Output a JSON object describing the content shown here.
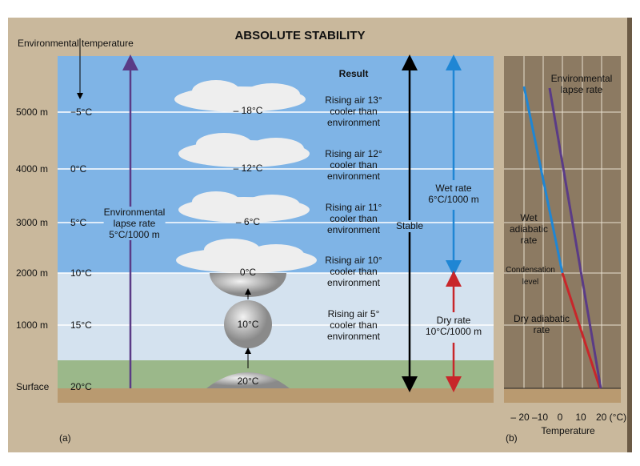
{
  "title": "ABSOLUTE STABILITY",
  "env_temp_label": "Environmental temperature",
  "result_header": "Result",
  "altitudes": [
    {
      "alt": "5000 m",
      "env": "−5°C",
      "parcel": "– 18°C",
      "result": [
        "Rising air 13°",
        "cooler than",
        "environment"
      ]
    },
    {
      "alt": "4000 m",
      "env": "0°C",
      "parcel": "– 12°C",
      "result": [
        "Rising air 12°",
        "cooler than",
        "environment"
      ]
    },
    {
      "alt": "3000 m",
      "env": "5°C",
      "parcel": "– 6°C",
      "result": [
        "Rising air 11°",
        "cooler than",
        "environment"
      ]
    },
    {
      "alt": "2000 m",
      "env": "10°C",
      "parcel": "0°C",
      "result": [
        "Rising air 10°",
        "cooler than",
        "environment"
      ]
    },
    {
      "alt": "1000 m",
      "env": "15°C",
      "parcel": "10°C",
      "result": [
        "Rising air 5°",
        "cooler than",
        "environment"
      ]
    },
    {
      "alt": "Surface",
      "env": "20°C",
      "parcel": "20°C",
      "result": []
    }
  ],
  "env_lapse": [
    "Environmental",
    "lapse rate",
    "5°C/1000 m"
  ],
  "stable_label": "Stable",
  "wet_rate": [
    "Wet rate",
    "6°C/1000 m"
  ],
  "dry_rate": [
    "Dry rate",
    "10°C/1000 m"
  ],
  "panel_a": "(a)",
  "panel_b": "(b)",
  "chart_b": {
    "env_label": [
      "Environmental",
      "lapse rate"
    ],
    "wet_label": [
      "Wet",
      "adiabatic",
      "rate"
    ],
    "cond_label": [
      "Condensation",
      "level"
    ],
    "dry_label": [
      "Dry adiabatic",
      "rate"
    ],
    "x_ticks": [
      "– 20",
      "–10",
      "0",
      "10",
      "20 (°C)"
    ],
    "xlabel": "Temperature"
  },
  "colors": {
    "sky": "#7fb4e6",
    "lowsky": "#d4e2ef",
    "ground": "#b99a70",
    "env": "#5a3b86",
    "wet": "#1f86d4",
    "dry": "#c8262a",
    "chartbg": "#8c7a62"
  }
}
